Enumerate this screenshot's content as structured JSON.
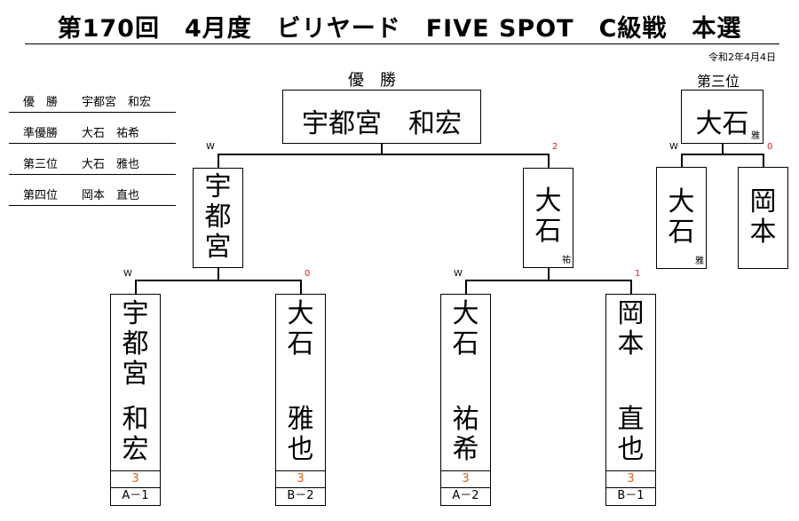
{
  "title": "第170回　4月度　ビリヤード　FIVE SPOT　C級戦　本選",
  "date": "令和2年4月4日",
  "standings": [
    {
      "rank": "優　勝",
      "name": "宇都宮　和宏"
    },
    {
      "rank": "準優勝",
      "name": "大石　祐希"
    },
    {
      "rank": "第三位",
      "name": "大石　雅也"
    },
    {
      "rank": "第四位",
      "name": "岡本　直也"
    }
  ],
  "champion": {
    "label": "優　勝",
    "name": "宇都宮　和宏"
  },
  "third_place": {
    "label": "第三位",
    "name": "大石",
    "suffix": "雅"
  },
  "final": {
    "left": {
      "mark": "W",
      "chars": [
        "宇",
        "都",
        "宮"
      ]
    },
    "right": {
      "mark": "2",
      "chars": [
        "大",
        "石"
      ],
      "suffix": "祐"
    }
  },
  "third_match": {
    "left": {
      "mark": "W",
      "chars": [
        "大",
        "石"
      ],
      "suffix": "雅"
    },
    "right": {
      "mark": "0",
      "chars": [
        "岡",
        "本"
      ]
    }
  },
  "semis": [
    {
      "left": {
        "mark": "W"
      },
      "right": {
        "mark": "0"
      }
    },
    {
      "left": {
        "mark": "W"
      },
      "right": {
        "mark": "1"
      }
    }
  ],
  "players": [
    {
      "chars_top": [
        "宇",
        "都",
        "宮"
      ],
      "chars_bottom": [
        "和",
        "宏"
      ],
      "score": "3",
      "seed": "A－1"
    },
    {
      "chars_top": [
        "大",
        "石"
      ],
      "chars_bottom": [
        "雅",
        "也"
      ],
      "score": "3",
      "seed": "B－2"
    },
    {
      "chars_top": [
        "大",
        "石"
      ],
      "chars_bottom": [
        "祐",
        "希"
      ],
      "score": "3",
      "seed": "A－2"
    },
    {
      "chars_top": [
        "岡",
        "本"
      ],
      "chars_bottom": [
        "直",
        "也"
      ],
      "score": "3",
      "seed": "B－1"
    }
  ]
}
